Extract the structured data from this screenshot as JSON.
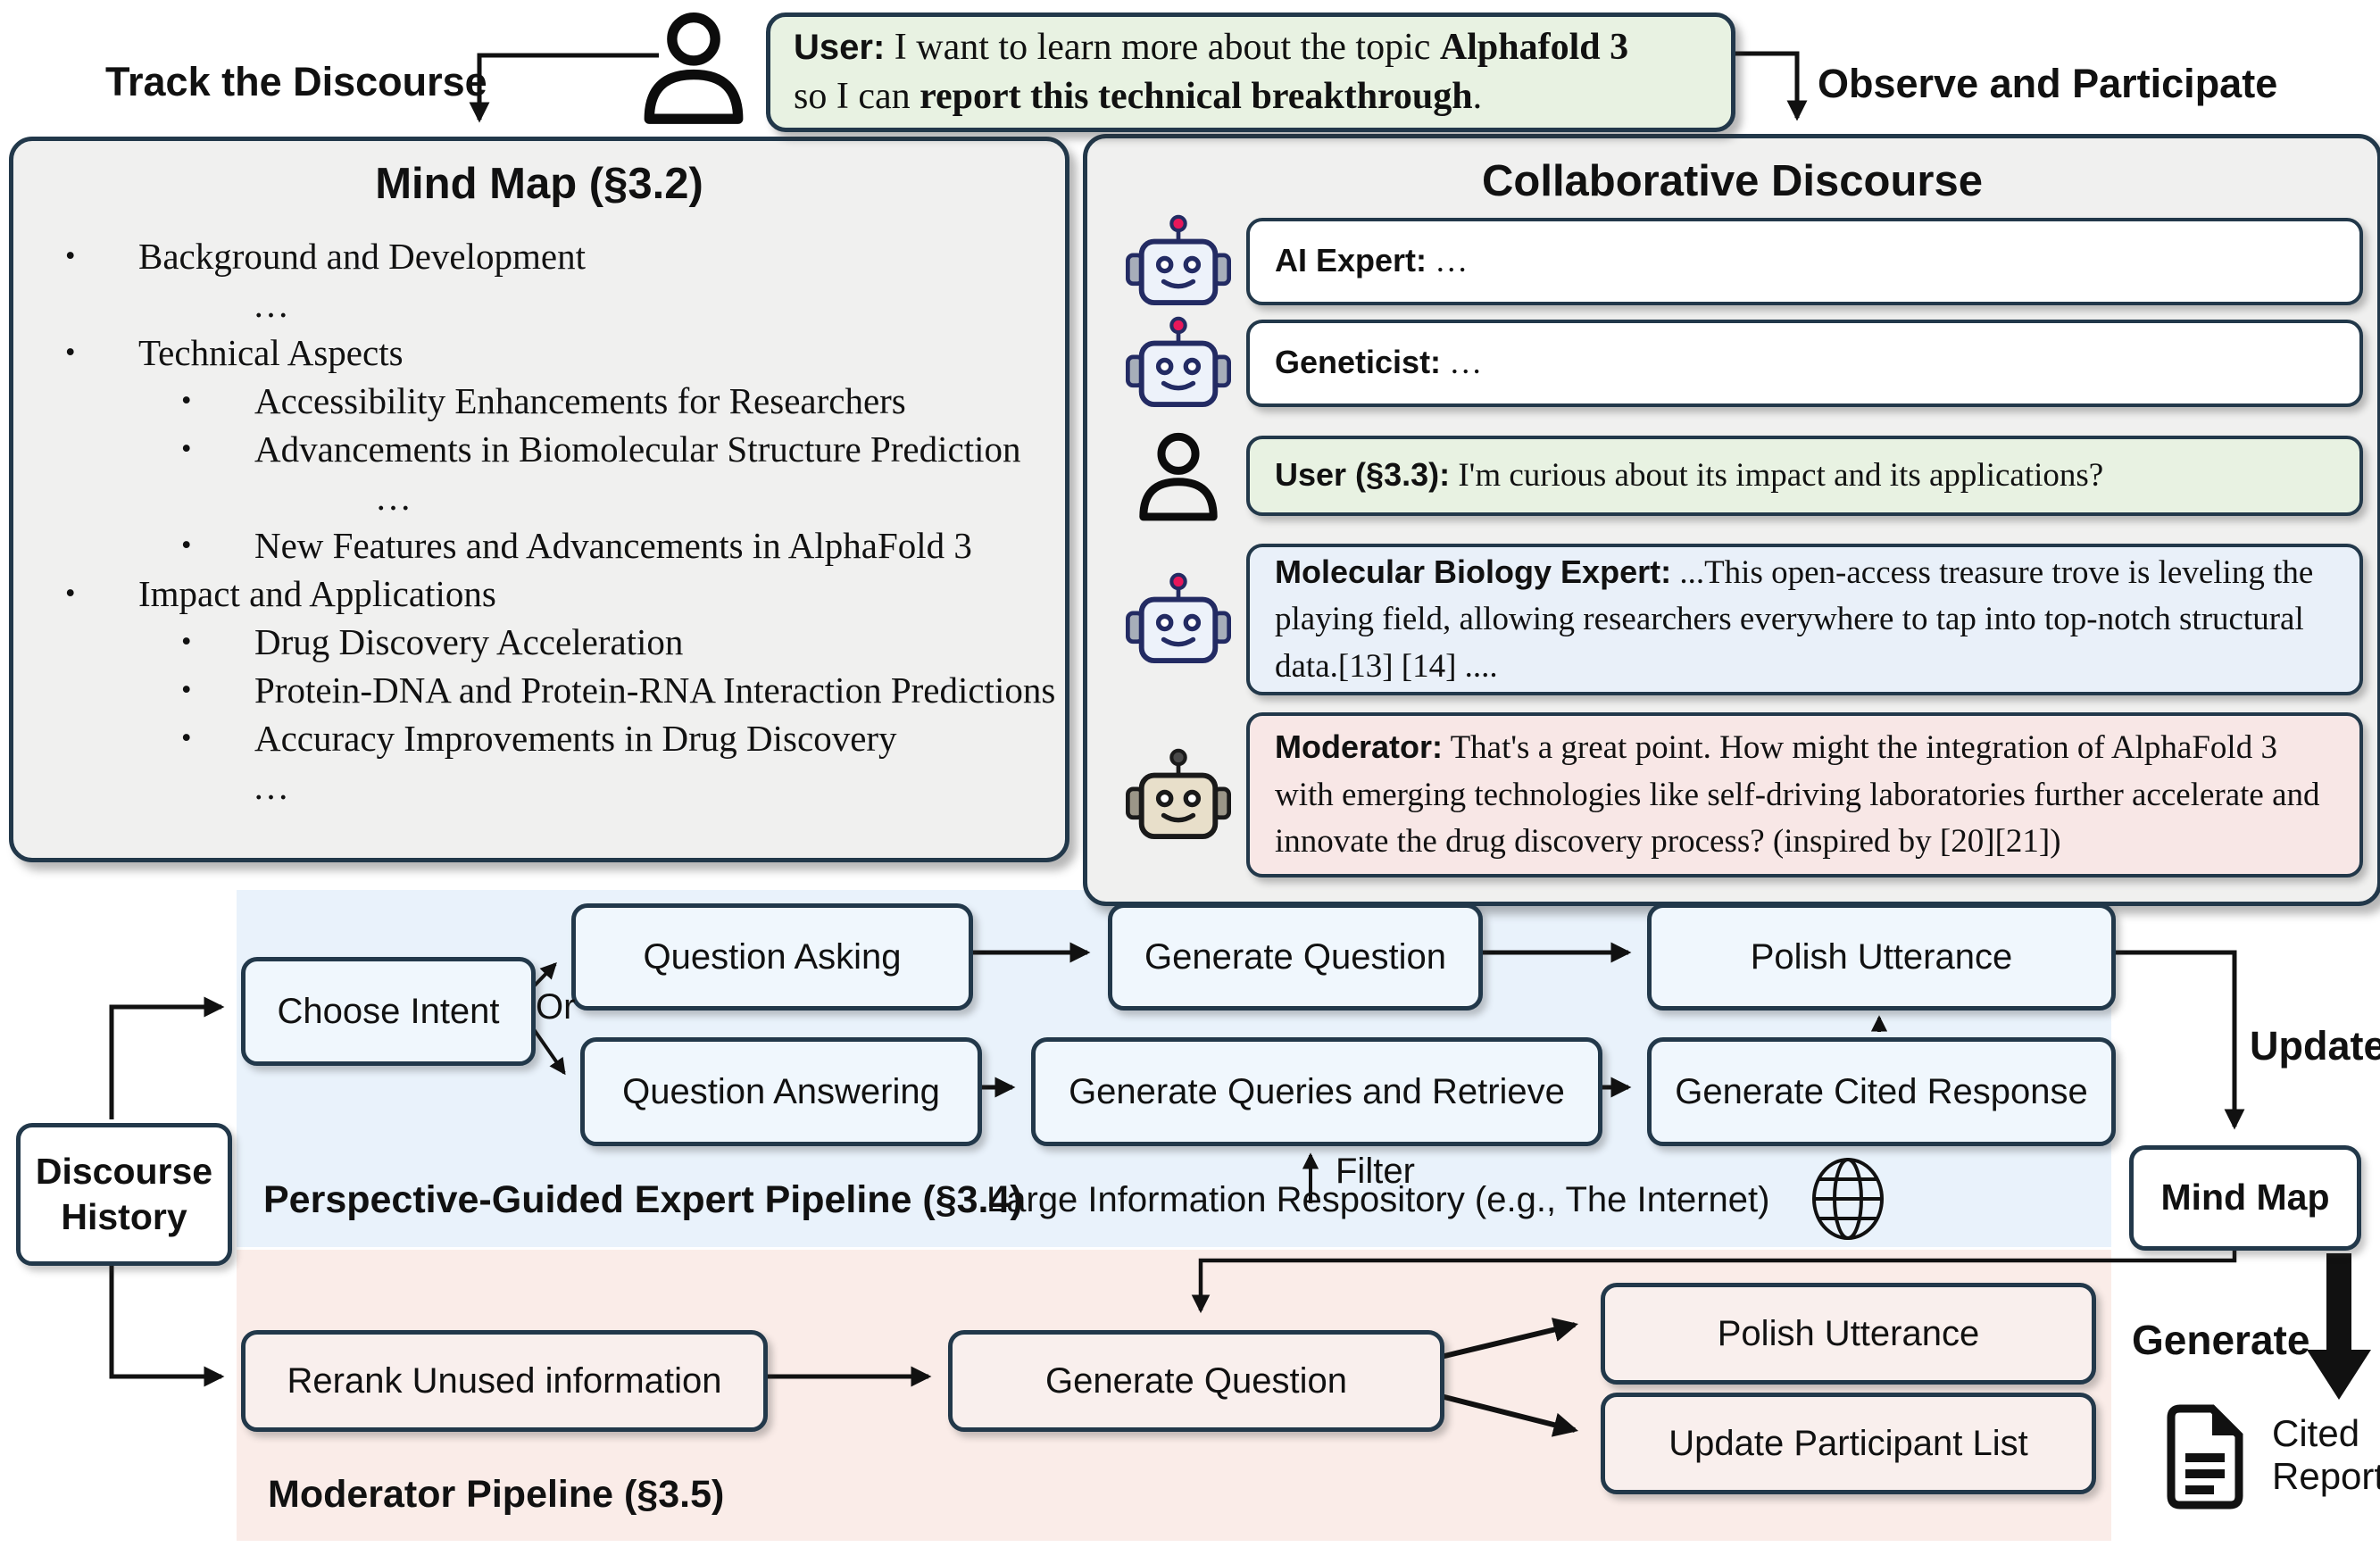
{
  "top": {
    "track_label": "Track the Discourse",
    "observe_label": "Observe and Participate",
    "user_message": {
      "label": "User:",
      "t1": " I want to learn more about the topic ",
      "b1": "Alphafold 3",
      "t2": "so I can ",
      "b2": "report this technical breakthrough",
      "t3": "."
    }
  },
  "mindmap_panel": {
    "title": "Mind Map (§3.2)",
    "items": [
      "Background and Development",
      "…",
      "Technical Aspects",
      "Accessibility Enhancements for Researchers",
      "Advancements in Biomolecular Structure Prediction",
      "…",
      "New Features and Advancements in AlphaFold 3",
      "Impact and Applications",
      "Drug Discovery Acceleration",
      "Protein-DNA and Protein-RNA Interaction Predictions",
      "Accuracy Improvements in Drug Discovery",
      "…"
    ]
  },
  "discourse_panel": {
    "title": "Collaborative Discourse",
    "messages": [
      {
        "speaker": "AI Expert:",
        "text": " …"
      },
      {
        "speaker": "Geneticist:",
        "text": " …"
      },
      {
        "speaker": "User (§3.3):",
        "text": " I'm curious about its impact and its applications?"
      },
      {
        "speaker": "Molecular Biology Expert:",
        "text": " ...This open-access treasure trove is leveling the playing field, allowing researchers everywhere to tap into top-notch structural data.[13] [14] ...."
      },
      {
        "speaker": "Moderator:",
        "text": " That's a great point. How might the integration of AlphaFold 3 with emerging technologies like self-driving laboratories further accelerate and innovate the drug discovery process? (inspired by [20][21])"
      }
    ]
  },
  "expert_pipeline": {
    "label": "Perspective-Guided Expert Pipeline (§3.4)",
    "or_label": "Or",
    "filter_label": "Filter",
    "repository_label": "Large Information Respository (e.g., The Internet)",
    "boxes": {
      "choose_intent": "Choose Intent",
      "question_asking": "Question Asking",
      "generate_question": "Generate Question",
      "polish_utterance": "Polish Utterance",
      "question_answering": "Question Answering",
      "generate_queries": "Generate Queries and Retrieve",
      "generate_cited": "Generate Cited Response"
    }
  },
  "moderator_pipeline": {
    "label": "Moderator Pipeline (§3.5)",
    "boxes": {
      "rerank": "Rerank Unused information",
      "generate_question": "Generate Question",
      "polish_utterance": "Polish Utterance",
      "update_participant_list": "Update Participant List"
    }
  },
  "side": {
    "discourse_history": "Discourse History",
    "mind_map": "Mind Map",
    "update_label": "Update",
    "generate_label": "Generate",
    "cited_report_line1": "Cited",
    "cited_report_line2": "Report"
  },
  "colors": {
    "border_dark": "#22384a",
    "panel_gray": "#f0f0ef",
    "bubble_green": "#e8f2e2",
    "bubble_blue": "#e9f0f9",
    "bubble_pink": "#f8e7e6",
    "band_blue": "#e9f2fb",
    "band_pink": "#faece8",
    "box_blue": "#f0f7fd",
    "box_pink": "#f9efed",
    "robot_antenna_red": "#e8175a",
    "line_black": "#111111"
  }
}
